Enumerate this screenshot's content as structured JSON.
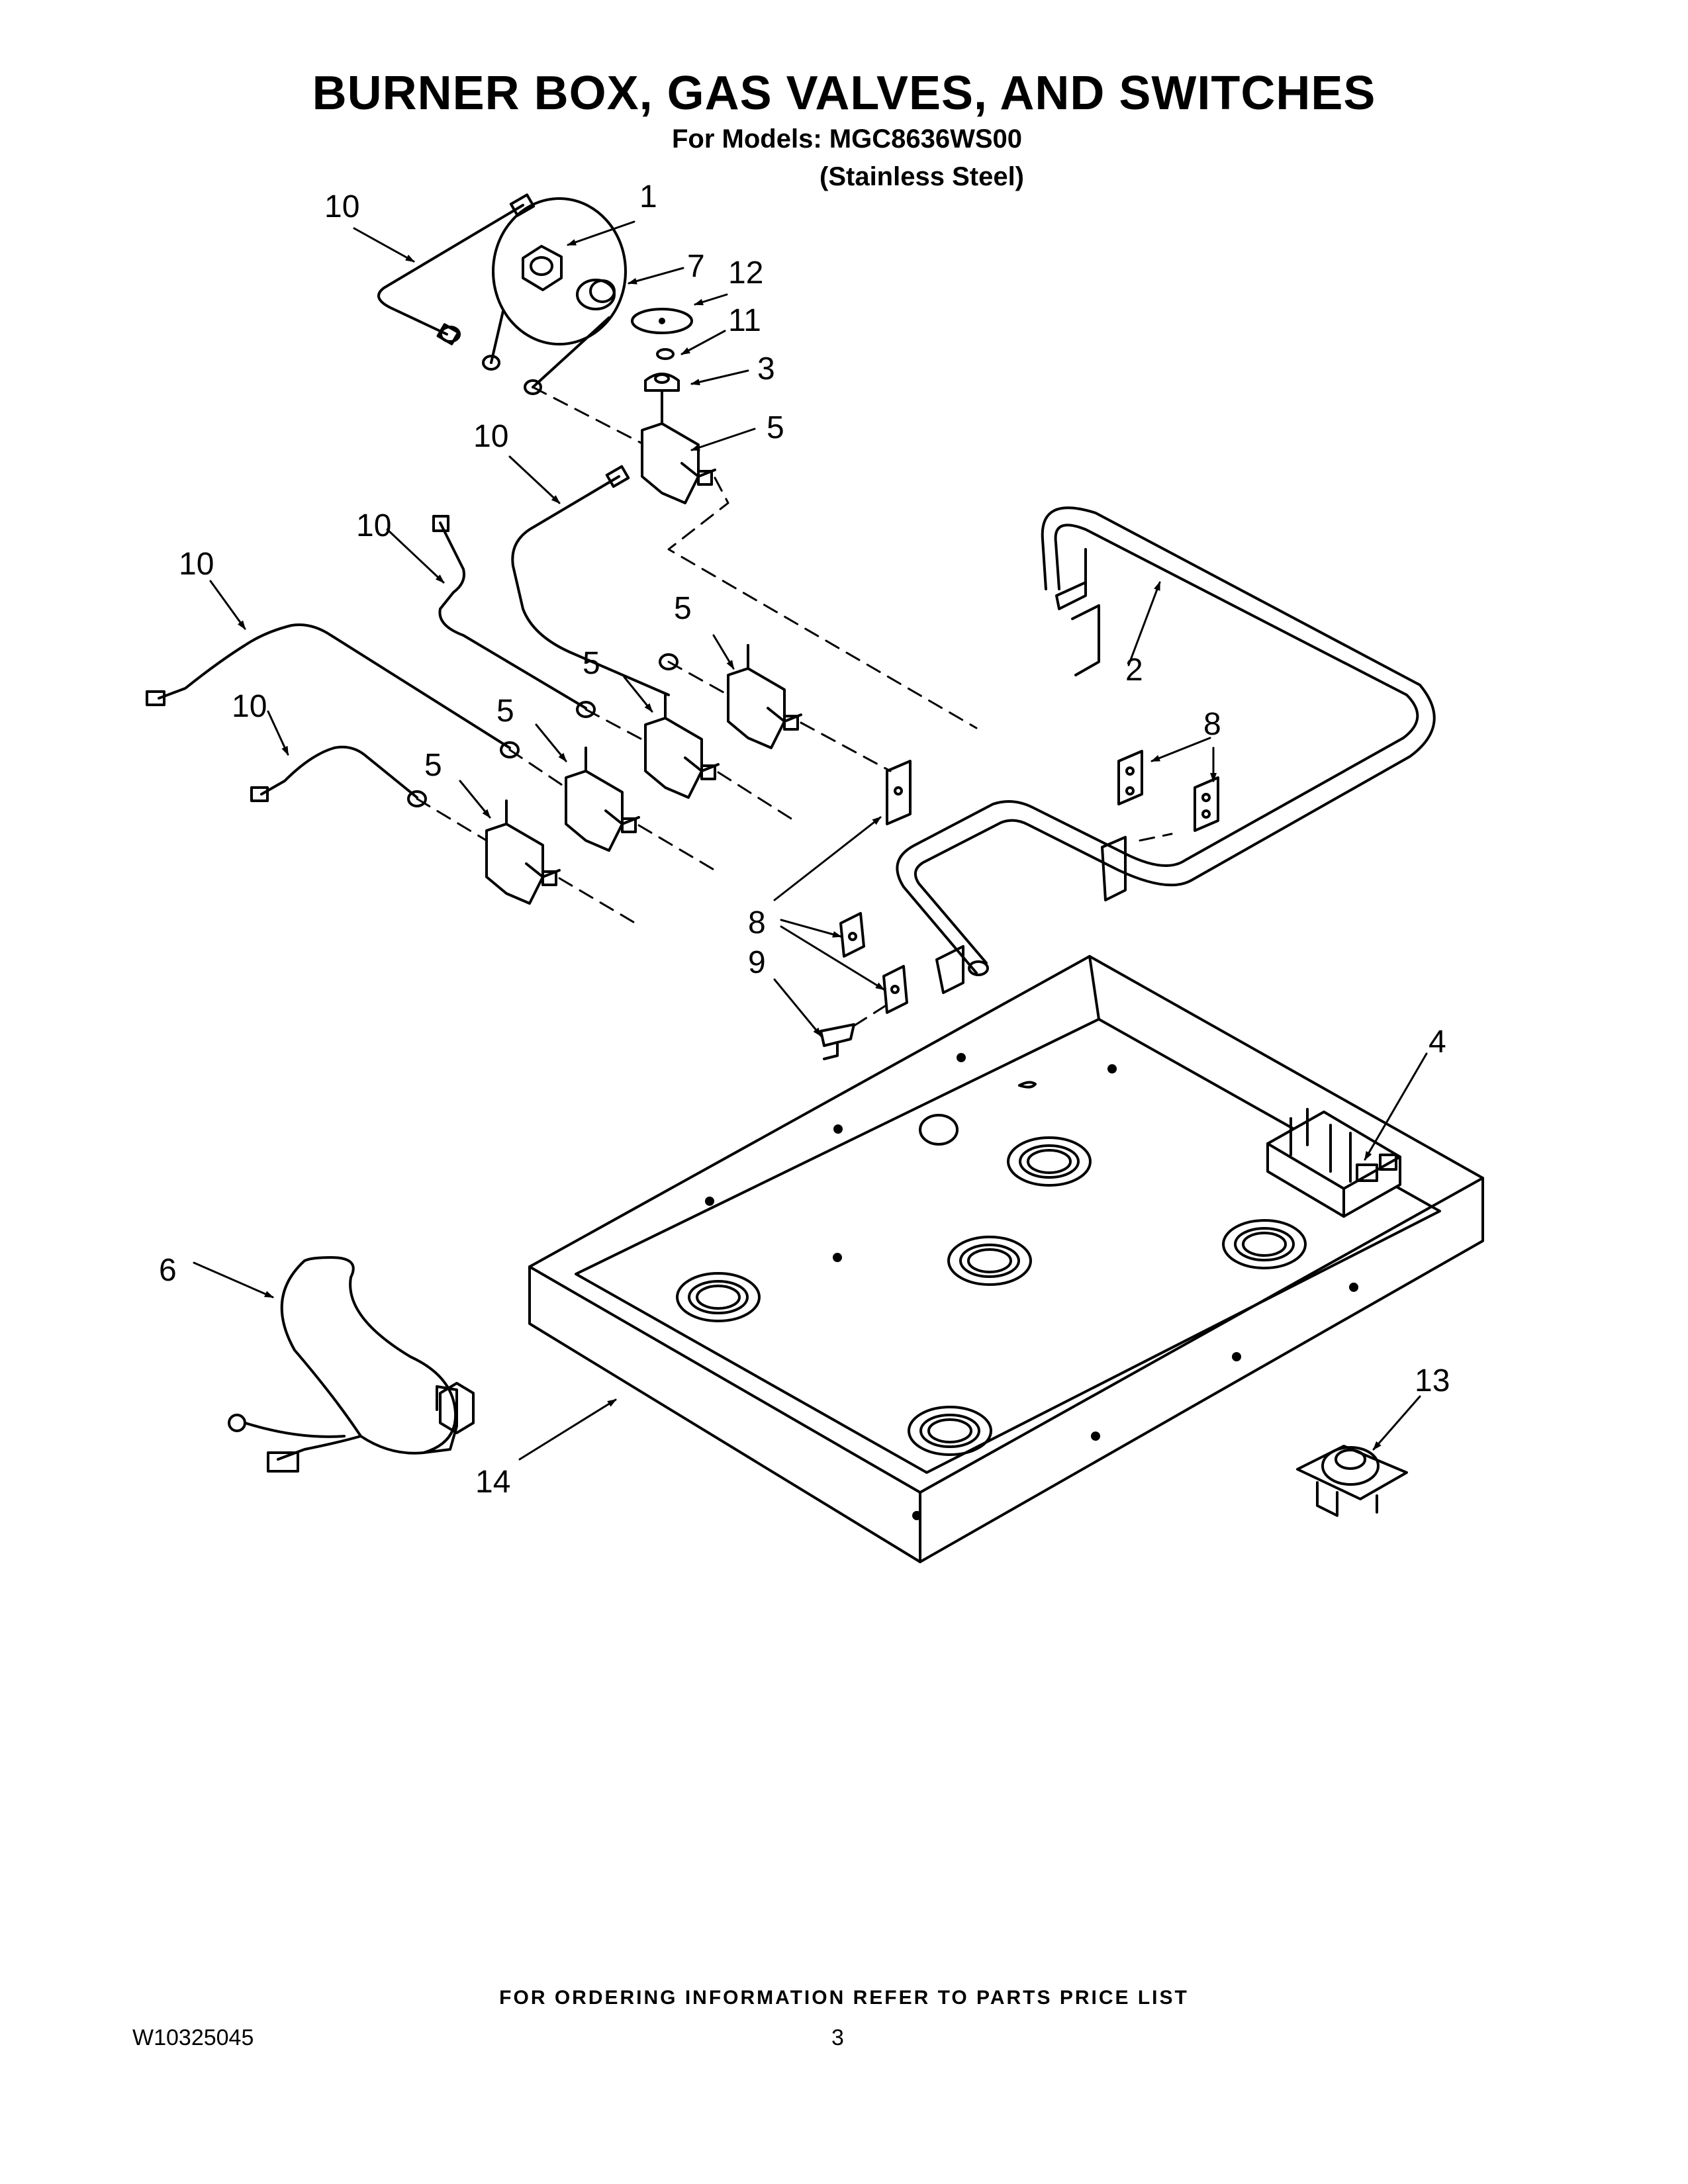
{
  "title": "BURNER BOX, GAS VALVES, AND SWITCHES",
  "models_line": "For Models: MGC8636WS00",
  "finish_line": "(Stainless Steel)",
  "footer_note": "FOR ORDERING INFORMATION REFER TO PARTS PRICE LIST",
  "doc_number": "W10325045",
  "page_number": "3",
  "callouts": {
    "c1": "1",
    "c2": "2",
    "c3": "3",
    "c4": "4",
    "c5a": "5",
    "c5b": "5",
    "c5c": "5",
    "c5d": "5",
    "c5e": "5",
    "c6": "6",
    "c7": "7",
    "c8a": "8",
    "c8b": "8",
    "c9": "9",
    "c10a": "10",
    "c10b": "10",
    "c10c": "10",
    "c10d": "10",
    "c10e": "10",
    "c11": "11",
    "c12": "12",
    "c13": "13",
    "c14": "14"
  }
}
